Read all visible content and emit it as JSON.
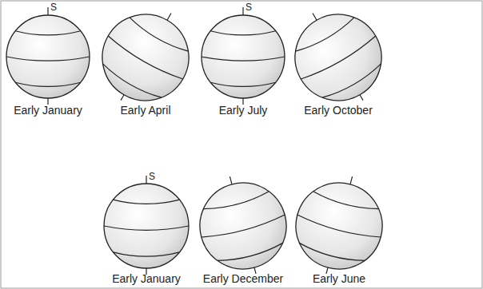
{
  "diagram": {
    "labels": [
      "S",
      "Early January",
      "Early April",
      "S",
      "Early July",
      "Early October",
      "S",
      "Early January",
      "Early December",
      "Early June"
    ]
  }
}
